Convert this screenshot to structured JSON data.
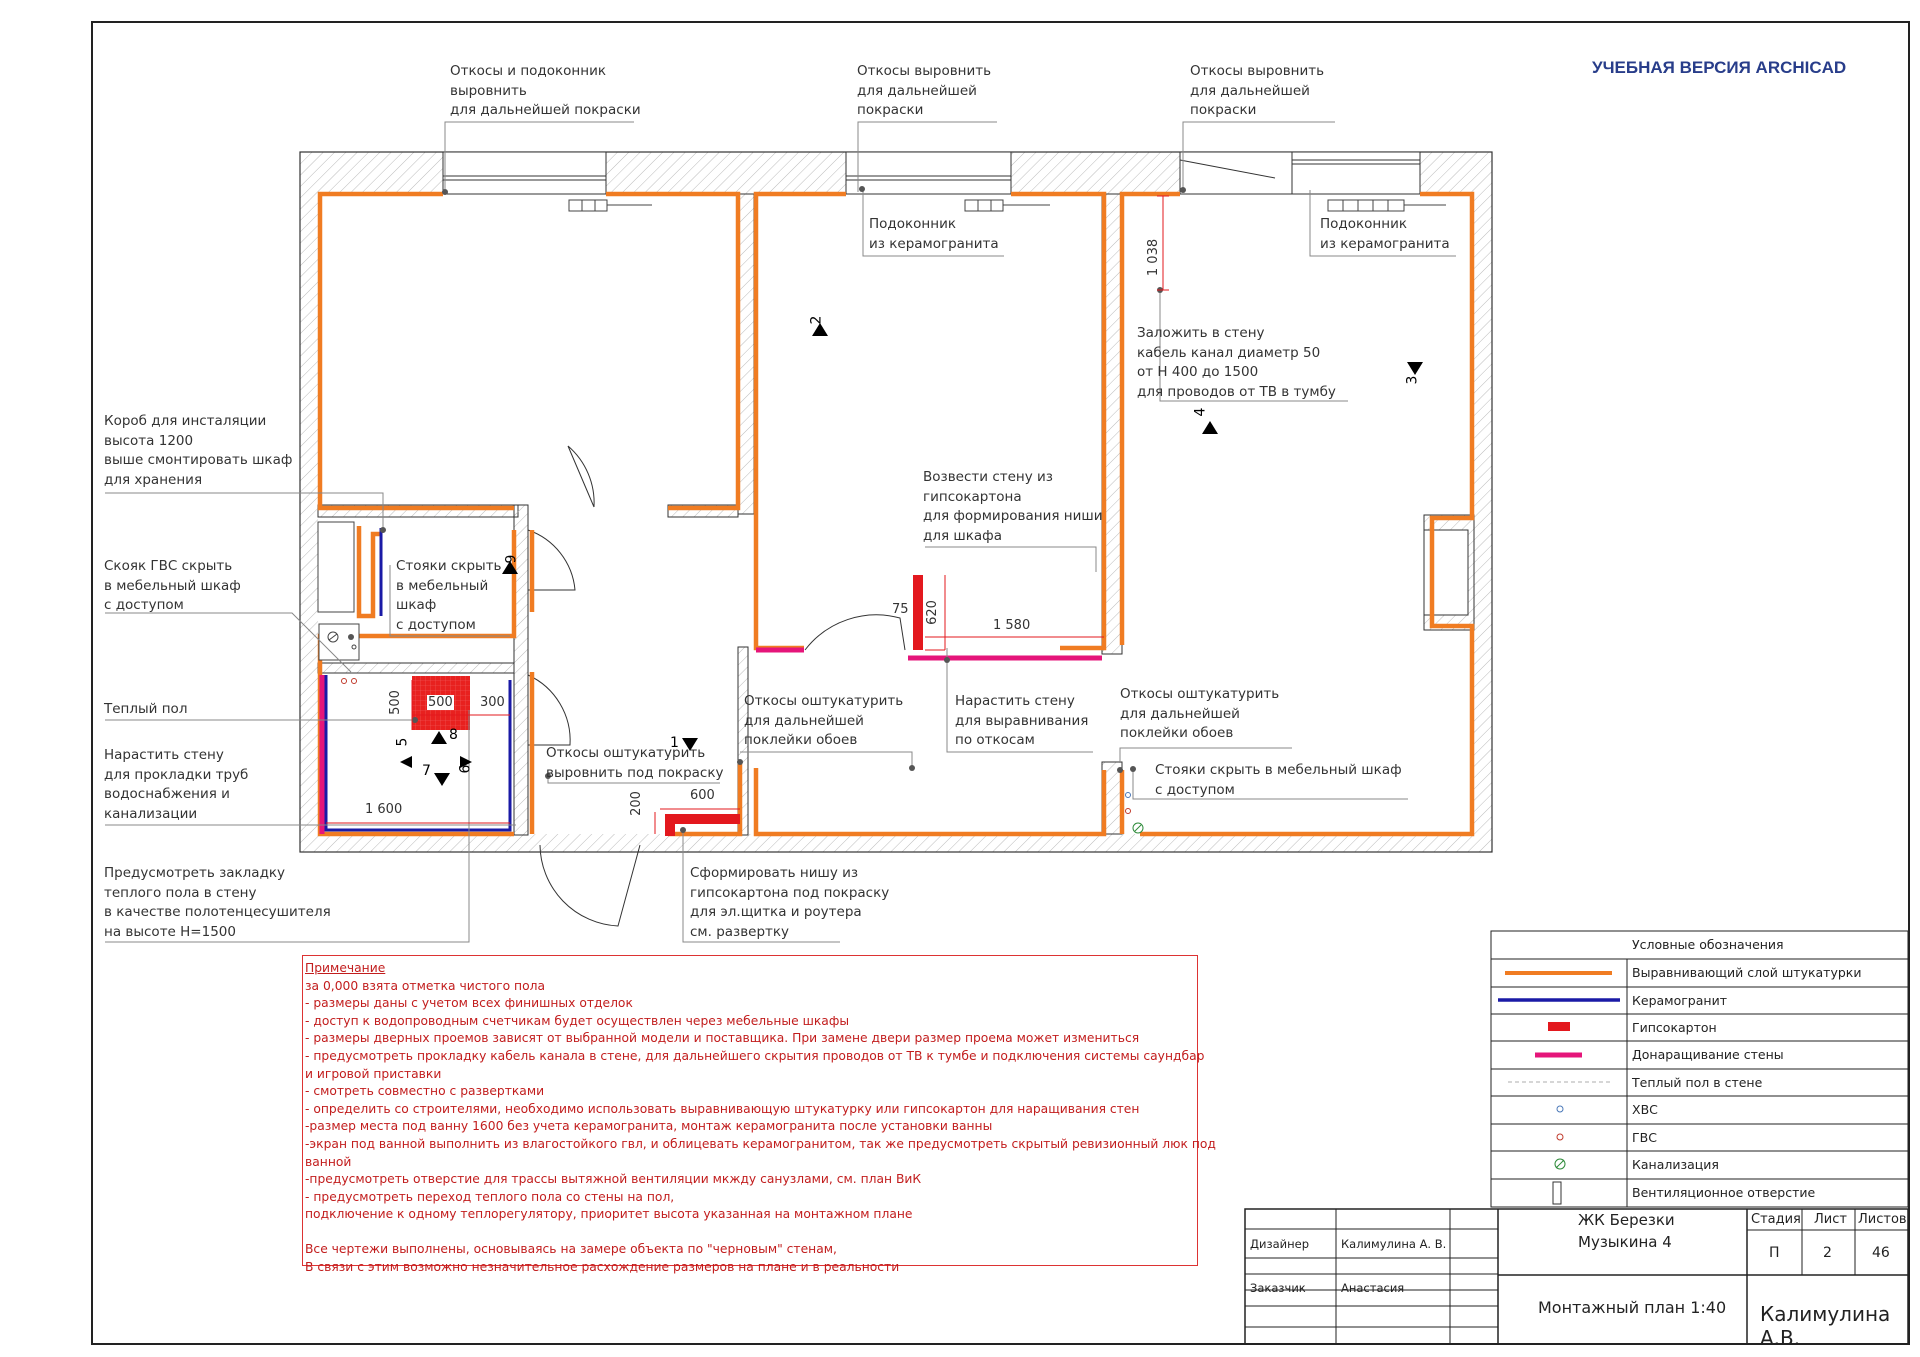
{
  "watermark": "УЧЕБНАЯ ВЕРСИЯ ARCHICAD",
  "annotations": [
    {
      "id": "a1",
      "text": "Откосы и подоконник\nвыровнить\nдля дальнейшей покраски"
    },
    {
      "id": "a2",
      "text": "Откосы выровнить\nдля дальнейшей\nпокраски"
    },
    {
      "id": "a3",
      "text": "Откосы выровнить\nдля дальнейшей\nпокраски"
    },
    {
      "id": "a4",
      "text": "Подоконник\nиз керамогранита"
    },
    {
      "id": "a5",
      "text": "Подоконник\nиз керамогранита"
    },
    {
      "id": "a6",
      "text": "Заложить в стену\nкабель канал диаметр 50\nот Н 400 до 1500\nдля проводов от ТВ в тумбу"
    },
    {
      "id": "a7",
      "text": "Короб для инсталяции\nвысота 1200\nвыше смонтировать шкаф\nдля хранения"
    },
    {
      "id": "a8",
      "text": "Возвести стену из\nгипсокартона\nдля формирования ниши\nдля шкафа"
    },
    {
      "id": "a9",
      "text": "Скояк ГВС скрыть\nв мебельный шкаф\nс доступом"
    },
    {
      "id": "a10",
      "text": "Стояки скрыть\nв мебельный\nшкаф\nс доступом"
    },
    {
      "id": "a11",
      "text": "Теплый пол"
    },
    {
      "id": "a12",
      "text": "Откосы оштукатурить\nдля дальнейшей\nпоклейки обоев"
    },
    {
      "id": "a13",
      "text": "Нарастить стену\nдля выравнивания\nпо откосам"
    },
    {
      "id": "a14",
      "text": "Откосы оштукатурить\nдля дальнейшей\nпоклейки обоев"
    },
    {
      "id": "a15",
      "text": "Нарастить стену\nдля прокладки труб\nводоснабжения и\nканализации"
    },
    {
      "id": "a16",
      "text": "Откосы оштукатурить\nвыровнить под покраску"
    },
    {
      "id": "a17",
      "text": "Стояки скрыть в мебельный шкаф\nс доступом"
    },
    {
      "id": "a18",
      "text": "Предусмотреть закладку\nтеплого пола в стену\nв качестве полотенцесушителя\nна высоте Н=1500"
    },
    {
      "id": "a19",
      "text": "Сформировать нишу из\nгипсокартона под покраску\nдля эл.щитка и роутера\nсм. развертку"
    }
  ],
  "dimensions": {
    "d1038": "1 038",
    "d75": "75",
    "d620": "620",
    "d1580": "1 580",
    "d500v": "500",
    "d500h": "500",
    "d300": "300",
    "d1600": "1 600",
    "d200": "200",
    "d600": "600"
  },
  "room_marks": [
    "2",
    "3",
    "4",
    "9",
    "1",
    "5",
    "8",
    "7",
    "6"
  ],
  "notes": {
    "title": "Примечание",
    "lines": [
      " за 0,000 взята отметка чистого пола",
      "- размеры даны с учетом всех финишных отделок",
      "- доступ к водопроводным счетчикам будет осуществлен через мебельные шкафы",
      "- размеры дверных проемов зависят от выбранной модели и поставщика. При замене двери размер проема может измениться",
      "- предусмотреть прокладку кабель канала в стене, для дальнейшего скрытия проводов от ТВ к тумбе и подключения системы саундбар",
      "и игровой приставки",
      "- смотреть совместно с развертками",
      "- определить со строителями, необходимо использовать выравнивающую штукатурку или гипсокартон для наращивания стен",
      "-размер места под ванну 1600 без учета керамогранита, монтаж керамогранита после установки ванны",
      "-экран под ванной выполнить из влагостойкого гвл, и облицевать керамогранитом, так же предусмотреть скрытый ревизионный люк под",
      "ванной",
      "-предусмотреть отверстие для трассы вытяжной вентиляции мкжду санузлами, см. план ВиК",
      "- предусмотреть переход теплого пола со стены на пол,",
      "подключение к одному теплорегулятору, приоритет высота указанная на монтажном плане",
      "",
      "Все чертежи выполнены, основываясь на замере объекта по \"черновым\" стенам,",
      "В связи с этим возможно незначительное расхождение размеров на плане и в    реальности"
    ]
  },
  "legend": {
    "title": "Условные обозначения",
    "items": [
      {
        "label": "Выравнивающий слой штукатурки",
        "color": "#f07c22"
      },
      {
        "label": "Керамогранит",
        "color": "#1a1aa6"
      },
      {
        "label": "Гипсокартон",
        "color": "#e3181e"
      },
      {
        "label": "Донаращивание стены",
        "color": "#e5157a"
      },
      {
        "label": "Теплый пол в стене",
        "color": "#c8c8c8"
      },
      {
        "label": "ХВС",
        "color": "#4a78b8"
      },
      {
        "label": "ГВС",
        "color": "#c0392b"
      },
      {
        "label": "Канализация",
        "color": "#2e8b3a"
      },
      {
        "label": "Вентиляционное отверстие",
        "color": "#333333"
      }
    ]
  },
  "stamp": {
    "project_line1": "ЖК Березки",
    "project_line2": "Музыкина 4",
    "designer_label": "Дизайнер",
    "designer_name": "Калимулина А. В.",
    "client_label": "Заказчик",
    "client_name": "Анастасия",
    "stage_label": "Стадия",
    "sheet_label": "Лист",
    "sheets_label": "Листов",
    "stage": "П",
    "sheet": "2",
    "sheets": "46",
    "drawing_title": "Монтажный план 1:40",
    "author": "Калимулина А.В."
  }
}
